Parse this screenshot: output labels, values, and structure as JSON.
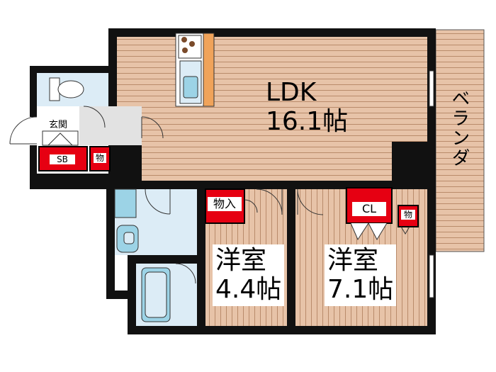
{
  "rooms": {
    "ldk": {
      "name": "LDK",
      "size": "16.1帖"
    },
    "western_a": {
      "name": "洋室",
      "size": "4.4帖"
    },
    "western_b": {
      "name": "洋室",
      "size": "7.1帖"
    }
  },
  "labels": {
    "balcony": "ベランダ",
    "entrance": "玄関",
    "shoe_box": "SB",
    "storage": "物",
    "storage_in": "物入",
    "closet": "CL"
  },
  "colors": {
    "wall": "#111111",
    "floor": "#e7c3a8",
    "floor_line": "#b98b6b",
    "wet_area": "#dcecf6",
    "fixture": "#9cd3e6",
    "red_storage": "#e60012",
    "counter": "#f0a35a",
    "balcony": "#e7c3a8"
  }
}
